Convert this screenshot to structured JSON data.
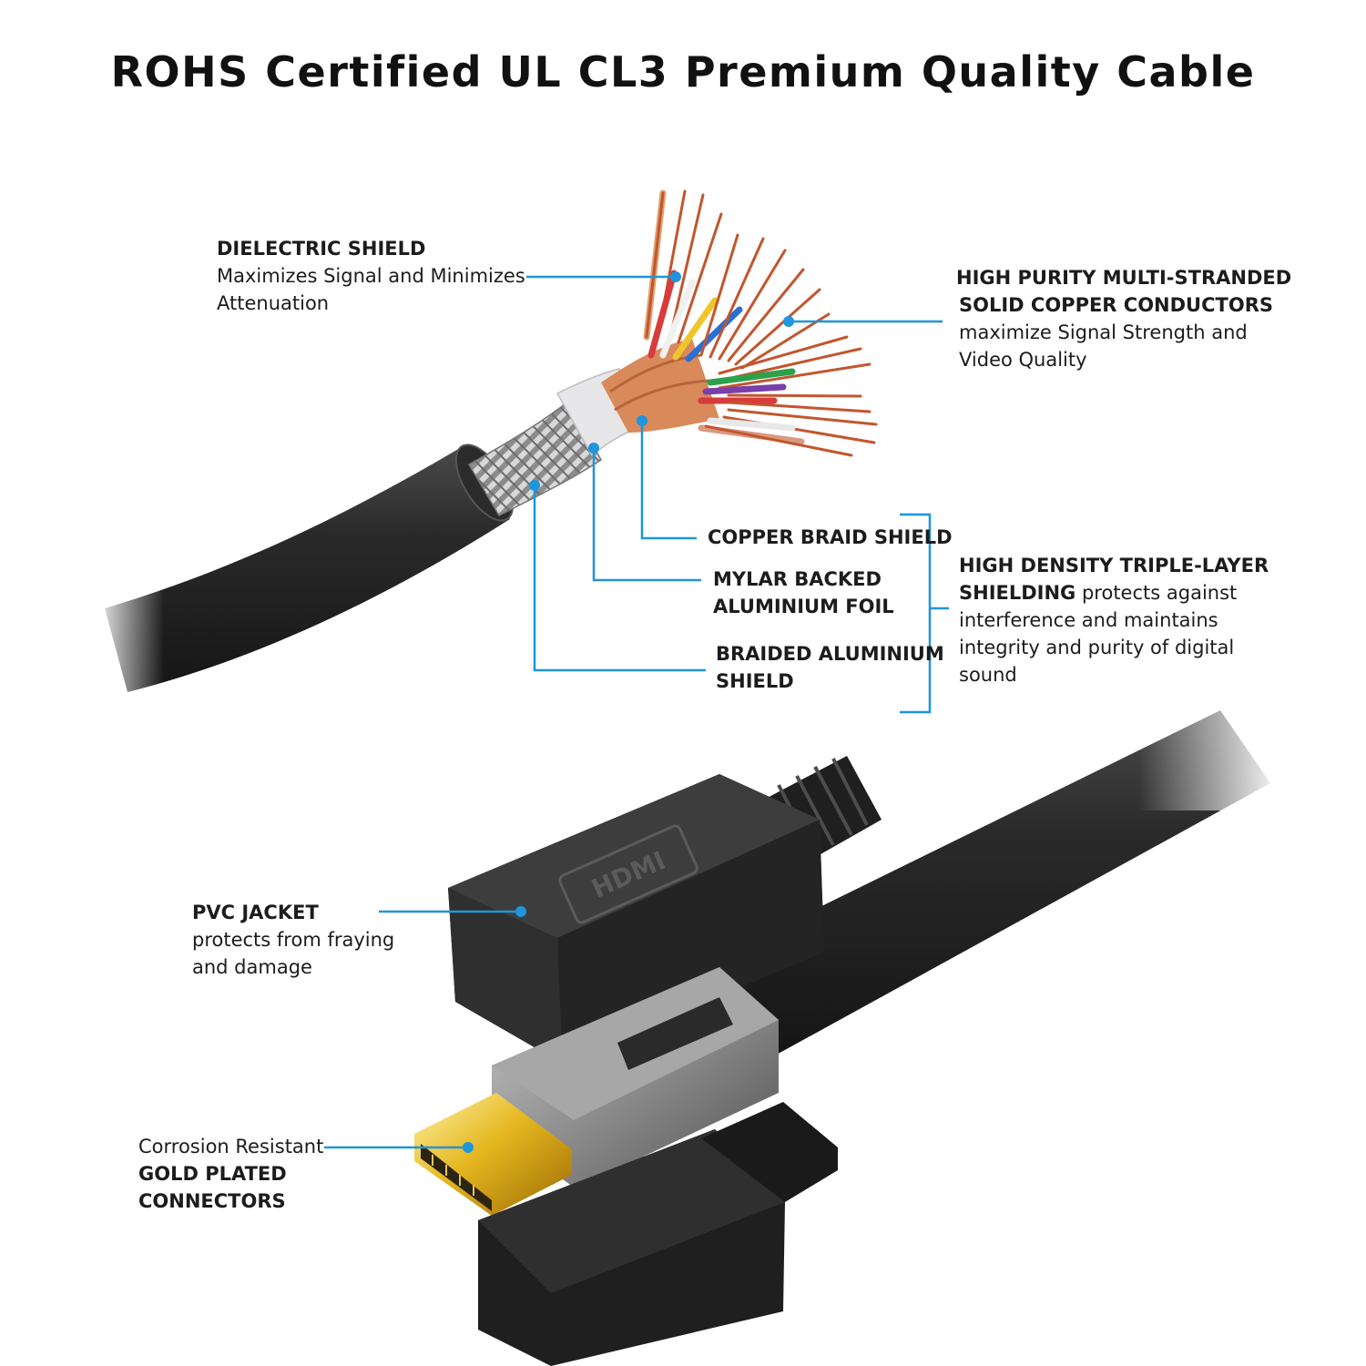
{
  "title": "ROHS Certified UL CL3 Premium Quality Cable",
  "colors": {
    "callout_line": "#1f95dc",
    "jacket": "#1e1e1e",
    "copper": "#c2562e",
    "gold": "#e0b020"
  },
  "callouts": {
    "dielectric": {
      "heading": "DIELECTRIC SHIELD",
      "line1": "Maximizes Signal and Minimizes",
      "line2": "Attenuation"
    },
    "copper_conductors": {
      "heading1": "HIGH PURITY MULTI-STRANDED",
      "heading2": "SOLID COPPER CONDUCTORS",
      "line1": "maximize Signal Strength and",
      "line2": "Video Quality"
    },
    "copper_braid": {
      "heading": "COPPER BRAID SHIELD"
    },
    "mylar": {
      "heading1": "MYLAR BACKED",
      "heading2": "ALUMINIUM FOIL"
    },
    "braided_al": {
      "heading1": "BRAIDED ALUMINIUM",
      "heading2": "SHIELD"
    },
    "triple_layer": {
      "heading1": "HIGH DENSITY TRIPLE-LAYER",
      "heading2": "SHIELDING",
      "line1_rest": " protects against",
      "line2": "interference and maintains",
      "line3": "integrity and purity of digital",
      "line4": "sound"
    },
    "pvc": {
      "heading": "PVC JACKET",
      "line1": "protects from fraying",
      "line2": "and damage"
    },
    "gold": {
      "line1": "Corrosion Resistant",
      "heading1": "GOLD PLATED",
      "heading2": "CONNECTORS"
    }
  },
  "connector_logo": "HDMI"
}
